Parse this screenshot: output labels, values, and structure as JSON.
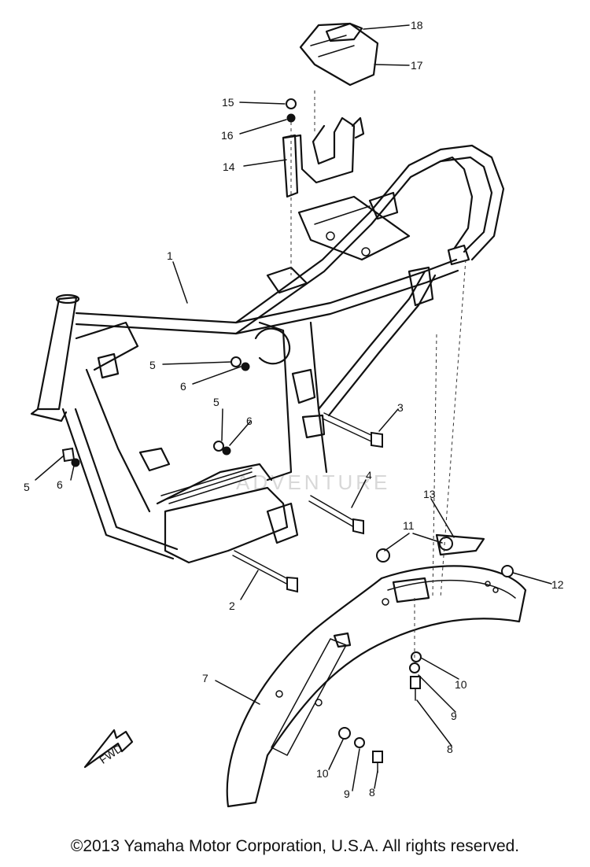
{
  "callouts": [
    {
      "id": "1",
      "text": "1"
    },
    {
      "id": "2",
      "text": "2"
    },
    {
      "id": "3",
      "text": "3"
    },
    {
      "id": "4",
      "text": "4"
    },
    {
      "id": "5a",
      "text": "5"
    },
    {
      "id": "5b",
      "text": "5"
    },
    {
      "id": "5c",
      "text": "5"
    },
    {
      "id": "6a",
      "text": "6"
    },
    {
      "id": "6b",
      "text": "6"
    },
    {
      "id": "6c",
      "text": "6"
    },
    {
      "id": "7",
      "text": "7"
    },
    {
      "id": "8a",
      "text": "8"
    },
    {
      "id": "8b",
      "text": "8"
    },
    {
      "id": "9a",
      "text": "9"
    },
    {
      "id": "9b",
      "text": "9"
    },
    {
      "id": "10a",
      "text": "10"
    },
    {
      "id": "10b",
      "text": "10"
    },
    {
      "id": "11",
      "text": "11"
    },
    {
      "id": "12",
      "text": "12"
    },
    {
      "id": "13",
      "text": "13"
    },
    {
      "id": "14",
      "text": "14"
    },
    {
      "id": "15",
      "text": "15"
    },
    {
      "id": "16",
      "text": "16"
    },
    {
      "id": "17",
      "text": "17"
    },
    {
      "id": "18",
      "text": "18"
    }
  ],
  "fwd_label": "FWD",
  "watermark": "ADVENTURE",
  "copyright": "©2013 Yamaha Motor Corporation, U.S.A. All rights reserved."
}
